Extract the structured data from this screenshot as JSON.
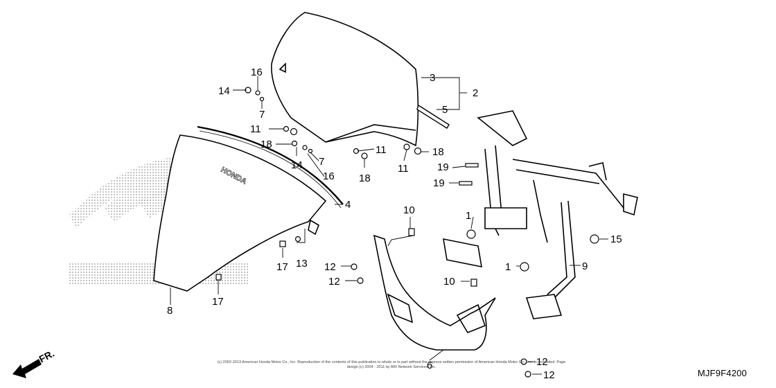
{
  "diagram": {
    "drawing_code": "MJF9F4200",
    "direction_label": "FR.",
    "copyright": "(c) 2002-2013 American Honda Motor Co., Inc. Reproduction of the contents of this publication in whole or in part without the express written permission of American Honda Motor Co., Inc. is prohibited. Page design (c) 2004 - 2011 by ARI Network Services, Inc.",
    "brand_text": "HONDA",
    "callouts": [
      "1",
      "1",
      "2",
      "3",
      "4",
      "5",
      "6",
      "7",
      "7",
      "8",
      "9",
      "10",
      "10",
      "11",
      "11",
      "11",
      "12",
      "12",
      "12",
      "12",
      "13",
      "14",
      "14",
      "15",
      "16",
      "16",
      "17",
      "17",
      "18",
      "18",
      "18",
      "19",
      "19"
    ]
  }
}
